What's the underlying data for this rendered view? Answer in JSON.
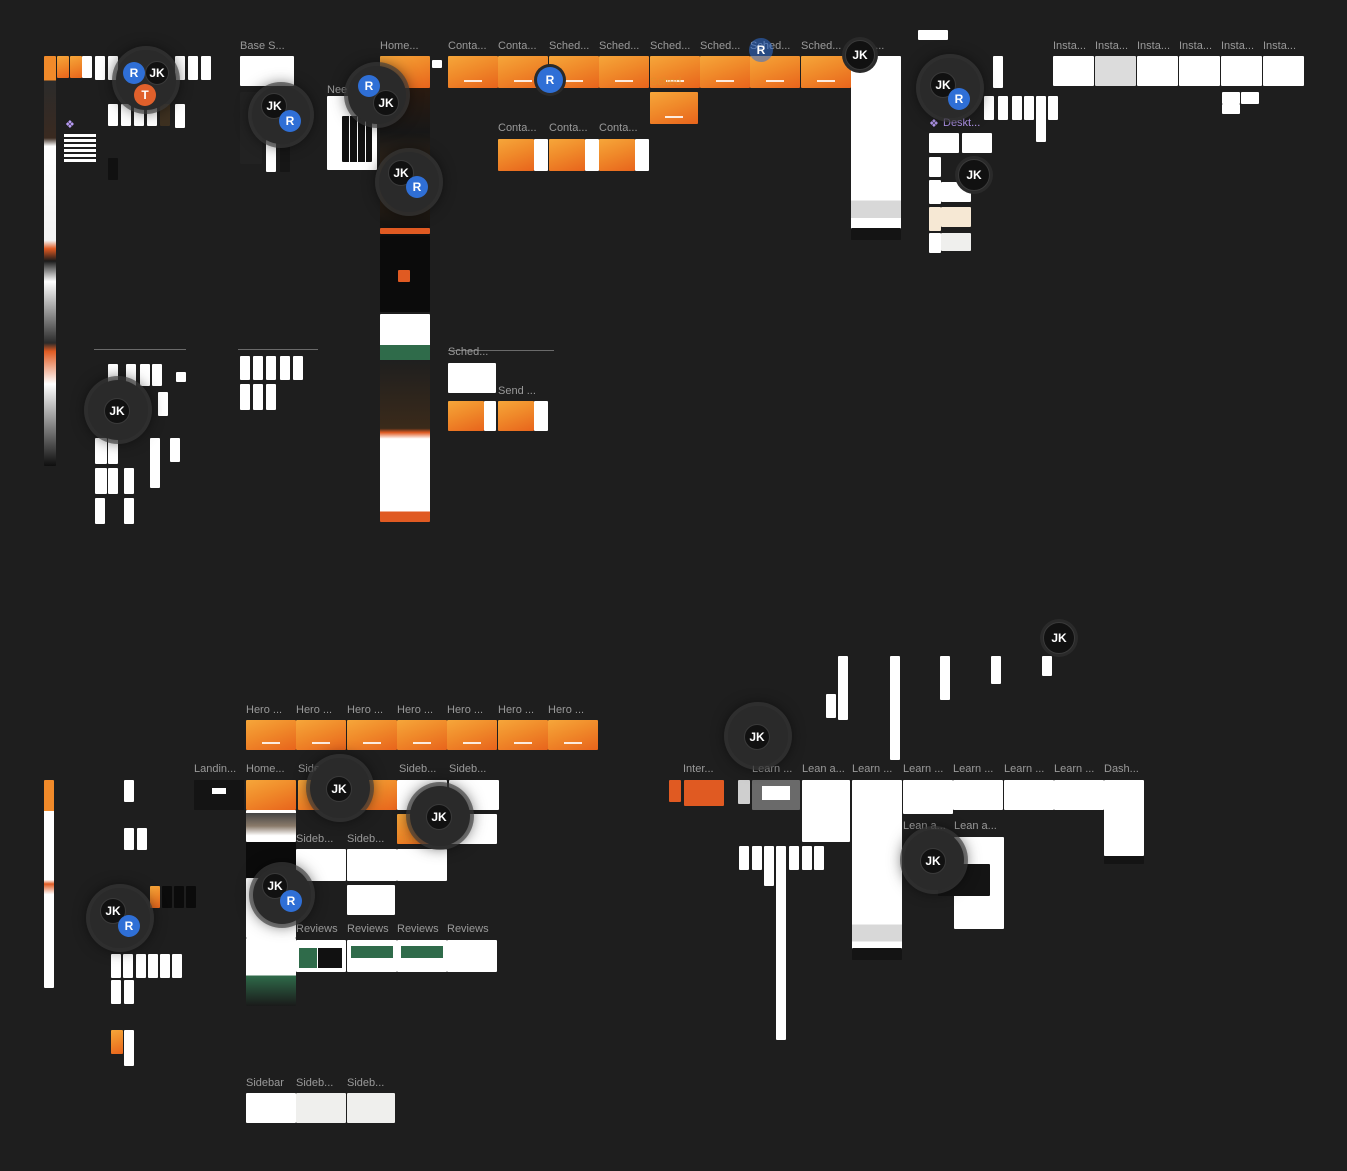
{
  "canvas": {
    "background": "#1e1e1e",
    "accent_orange": "#f08a2a",
    "accent_red": "#e05a22",
    "accent_green": "#2f6b4a",
    "avatar_blue": "#2f6fd6"
  },
  "labels": {
    "base": "Base S...",
    "home1": "Home...",
    "conta1": "Conta...",
    "conta2": "Conta...",
    "sched1": "Sched...",
    "sched2": "Sched...",
    "sched3": "Sched...",
    "sched4": "Sched...",
    "sched5": "Sched...",
    "sched6": "Sched...",
    "n_label": "n ...",
    "conta3": "Conta...",
    "conta4": "Conta...",
    "conta5": "Conta...",
    "nee": "Nee",
    "sched_ghost": "Sched",
    "insta1": "Insta...",
    "insta2": "Insta...",
    "insta3": "Insta...",
    "insta4": "Insta...",
    "insta5": "Insta...",
    "insta6": "Insta...",
    "deskt": "Deskt...",
    "sched_lower": "Sched...",
    "send": "Send ...",
    "hero1": "Hero ...",
    "hero2": "Hero ...",
    "hero3": "Hero ...",
    "hero4": "Hero ...",
    "hero5": "Hero ...",
    "hero6": "Hero ...",
    "hero7": "Hero ...",
    "landin": "Landin...",
    "home2": "Home...",
    "sideb1": "Side",
    "sideb2": "Sideb...",
    "sideb3": "Sideb...",
    "sideb4": "Sideb...",
    "sideb5": "Sideb...",
    "sideb6": "Side",
    "reviews1": "Reviews",
    "reviews2": "Reviews",
    "reviews3": "Reviews",
    "reviews4": "Reviews",
    "sidebar": "Sidebar",
    "sideb7": "Sideb...",
    "sideb8": "Sideb...",
    "inter": "Inter...",
    "learn1": "Learn ...",
    "learn2": "Lean a...",
    "learn3": "Learn ...",
    "learn4": "Learn ...",
    "learn5": "Learn ...",
    "learn6": "Learn ...",
    "learn7": "Learn ...",
    "dash": "Dash...",
    "lean_a1": "Lean a...",
    "lean_a2": "Lean a..."
  },
  "collaborators": {
    "jk": "JK",
    "r": "R",
    "t": "T"
  }
}
